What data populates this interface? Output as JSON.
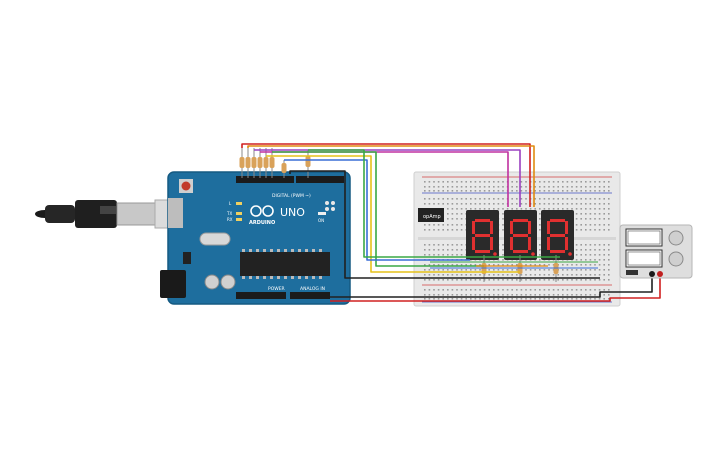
{
  "arduino": {
    "brand": "ARDUINO",
    "model": "UNO",
    "digital_label": "DIGITAL (PWM ~)",
    "power_label": "POWER",
    "analog_label": "ANALOG IN",
    "tx_label": "TX",
    "rx_label": "RX",
    "l_label": "L",
    "on_label": "ON"
  },
  "chip": {
    "label": "opAmp"
  },
  "displays": [
    {
      "digit": "8"
    },
    {
      "digit": "8"
    },
    {
      "digit": "8"
    }
  ],
  "colors": {
    "board": "#1e6e9e",
    "breadboard": "#e9e9e9",
    "wire_red": "#d02020",
    "wire_orange": "#e08a10",
    "wire_yellow": "#e6c21a",
    "wire_green": "#3aa845",
    "wire_blue": "#3a6fd6",
    "wire_purple": "#9a40c0",
    "wire_black": "#202020",
    "segment_on": "#e03030",
    "display_body": "#2a2a2a"
  },
  "icons": [
    "usb-cable-icon",
    "power-supply-icon",
    "seven-segment-display-icon",
    "resistor-icon"
  ]
}
